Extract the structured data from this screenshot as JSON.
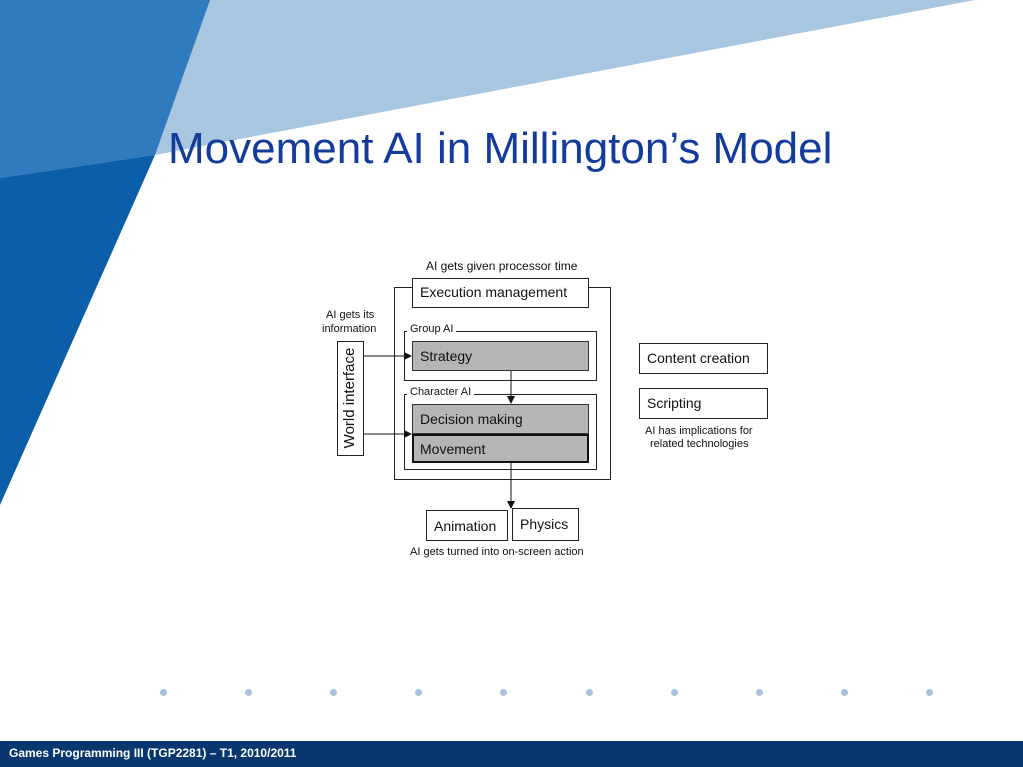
{
  "slide": {
    "title": "Movement AI in Millington’s Model",
    "footer": "Games Programming III (TGP2281) – T1, 2010/2011"
  },
  "diagram": {
    "top_note": "AI gets given processor time",
    "execution_management": "Execution management",
    "info_note_line1": "AI gets its",
    "info_note_line2": "information",
    "world_interface": "World interface",
    "group_ai": "Group AI",
    "strategy": "Strategy",
    "character_ai": "Character AI",
    "decision_making": "Decision making",
    "movement": "Movement",
    "content_creation": "Content creation",
    "scripting": "Scripting",
    "implications_line1": "AI has implications for",
    "implications_line2": "related technologies",
    "animation": "Animation",
    "physics": "Physics",
    "bottom_note": "AI gets turned into on-screen action"
  },
  "colors": {
    "title": "#123b9c",
    "footer_bg": "#07376e",
    "dark_blue": "#0b5ea8",
    "mid_blue": "#2f7bbd",
    "light_blue": "#a9c6e1",
    "dots": "#a9c2dd"
  }
}
